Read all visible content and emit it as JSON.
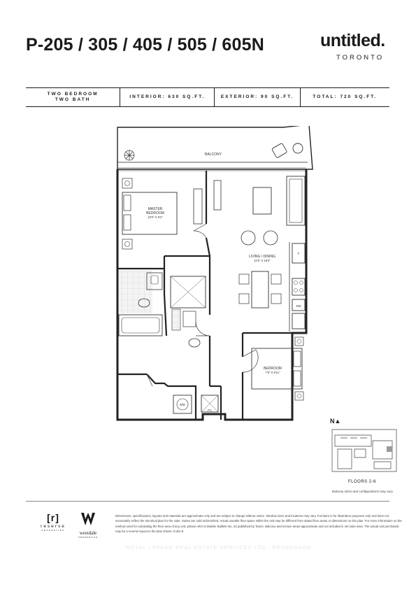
{
  "header": {
    "title": "P-205 / 305 / 405 / 505 / 605N",
    "brand": "untitled.",
    "brand_sub": "TORONTO"
  },
  "specs": {
    "bed_line1": "TWO BEDROOM",
    "bed_line2": "TWO BATH",
    "interior": "INTERIOR: 630 SQ.FT.",
    "exterior": "EXTERIOR: 90 SQ.FT.",
    "total": "TOTAL: 720 SQ.FT."
  },
  "plan": {
    "balcony": "BALCONY",
    "master_name_1": "MASTER",
    "master_name_2": "BEDROOM",
    "master_dims": "10'0\" X 9'4\"",
    "living_name": "LIVING / DINING",
    "living_dims": "11'5\" X 18'3\"",
    "bedroom_name": "BEDROOM",
    "bedroom_dims": "7'9\" X 9'11\"",
    "fridge": "F",
    "dishwasher": "DW",
    "washer_dryer": "W/D",
    "fan_coil": "FC"
  },
  "keyplan": {
    "north": "N▲",
    "floors": "FLOORS 2-6",
    "balcony_note": "Balcony sizes and configurations may vary"
  },
  "footer": {
    "logo_r_mark": "[r]",
    "logo_r_word": "reserve",
    "logo_r_word2": "PROPERTIES",
    "logo_w_word": "westdale",
    "logo_w_word2": "PROPERTIES",
    "disclaimer": "Dimensions, specifications, layouts and materials are approximate only and are subject to change without notice. Window sizes and locations may vary. Furniture is for illustration purposes only and does not necessarily reflect the electrical plan for the suite. Suites are sold unfurnished. Actual useable floor space within the unit may be different from stated floor areas or dimensions on this plan. For more information on the method used for calculating the floor area of any unit, please refer to Builder Bulletin No. 22 published by Tarion. Balcony and terrace areas approximate and not included in net suite area. The actual unit purchased may be a reverse layout to the plan shown. E.&O.E.",
    "watermark": "ROYAL LEPAGE REAL ESTATE SERVICES LTD., BROKERAGE"
  },
  "colors": {
    "ink": "#1a1a1a",
    "wall": "#222222",
    "tile": "#d9d9d9",
    "key_highlight": "#9a9a9a"
  }
}
